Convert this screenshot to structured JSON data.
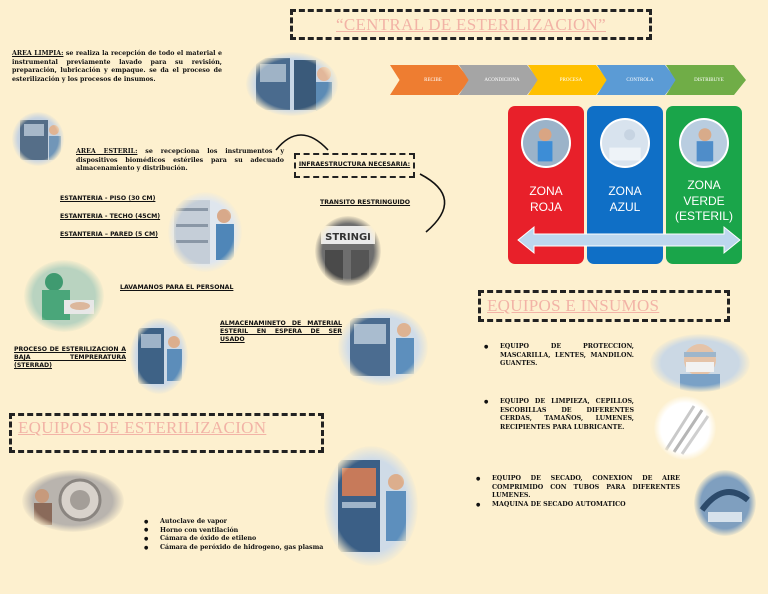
{
  "title": "“CENTRAL DE ESTERILIZACION”",
  "area_limpia": {
    "heading": "AREA LIMPIA:",
    "text": " se realiza la recepción de todo el material e instrumental previamente lavado para su revisión, preparación, lubricación y empaque. se da el proceso de esterilización y los procesos de insumos."
  },
  "area_esteril": {
    "heading": "AREA ESTERIL:",
    "text": " se recepciona los instrumentos y dispositivos biomédicos estériles para su adecuado almacenamiento y distribución."
  },
  "labels": {
    "infraestructura": "INFRAESTRUCTURA NECESARIA:",
    "transito": "TRANSITO RESTRINGUIDO",
    "estanteria_piso": "ESTANTERIA - PISO (30 CM)",
    "estanteria_techo": "ESTANTERIA - TECHO (45CM)",
    "estanteria_pared": "ESTANTERIA – PARED (5 CM)",
    "lavamanos": "LAVAMANOS PARA EL PERSONAL",
    "almacenamiento": "ALMACENAMINETO DE MATERIAL ESTERIL EN ESPERA DE SER USADO",
    "proceso_baja": "PROCESO DE ESTERILIZACION A BAJA TEMPRERATURA (STERRAD)"
  },
  "flow_steps": [
    {
      "label": "RECIBE",
      "color": "#ee7d31"
    },
    {
      "label": "ACONDICIONA",
      "color": "#a5a5a5"
    },
    {
      "label": "PROCESA",
      "color": "#ffc000"
    },
    {
      "label": "CONTROLA",
      "color": "#5b9bd5"
    },
    {
      "label": "DISTRIBUYE",
      "color": "#70ad47"
    }
  ],
  "zones": [
    {
      "label": "ZONA\nROJA",
      "color": "#e8202a"
    },
    {
      "label": "ZONA\nAZUL",
      "color": "#0f6fc6"
    },
    {
      "label": "ZONA\nVERDE\n(ESTERIL)",
      "color": "#1aa54a"
    }
  ],
  "equipos_insumos": {
    "title": "EQUIPOS E INSUMOS",
    "items": [
      "EQUIPO DE PROTECCION, MASCARILLA, LENTES, MANDILON. GUANTES.",
      "EQUIPO DE LIMPIEZA, CEPILLOS, ESCOBILLAS DE DIFERENTES CERDAS, TAMAÑOS, LUMENES, RECIPIENTES PARA LUBRICANTE.",
      "EQUIPO DE SECADO, CONEXION DE AIRE COMPRIMIDO CON TUBOS PARA DIFERENTES LUMENES.",
      "MAQUINA DE SECADO AUTOMATICO"
    ]
  },
  "equipos_esterilizacion": {
    "title": "EQUIPOS DE ESTERILIZACION",
    "items": [
      "Autoclave de vapor",
      "Horno con ventilación",
      "Cámara de óxido de etileno",
      "Cámara de peróxido de hidrogeno, gas plasma"
    ]
  }
}
